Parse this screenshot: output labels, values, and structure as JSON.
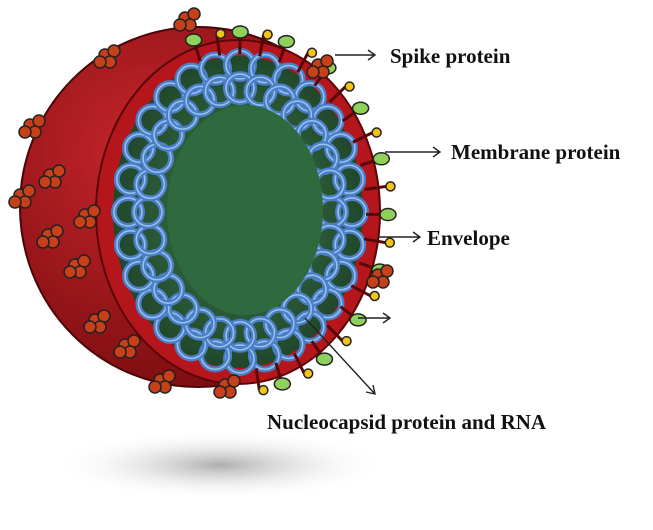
{
  "labels": {
    "spike": "Spike protein",
    "membrane": "Membrane protein",
    "envelope": "Envelope",
    "nucleocapsid": "Nucleocapsid protein and RNA"
  },
  "colors": {
    "envelope_red": "#a3161a",
    "core_green": "#2e5e3a",
    "nucleocapsid_blue": "#4a7fc8",
    "spike_green": "#8fd15a",
    "membrane_yellow": "#f2c418",
    "spike_cluster": "#c8401a"
  }
}
